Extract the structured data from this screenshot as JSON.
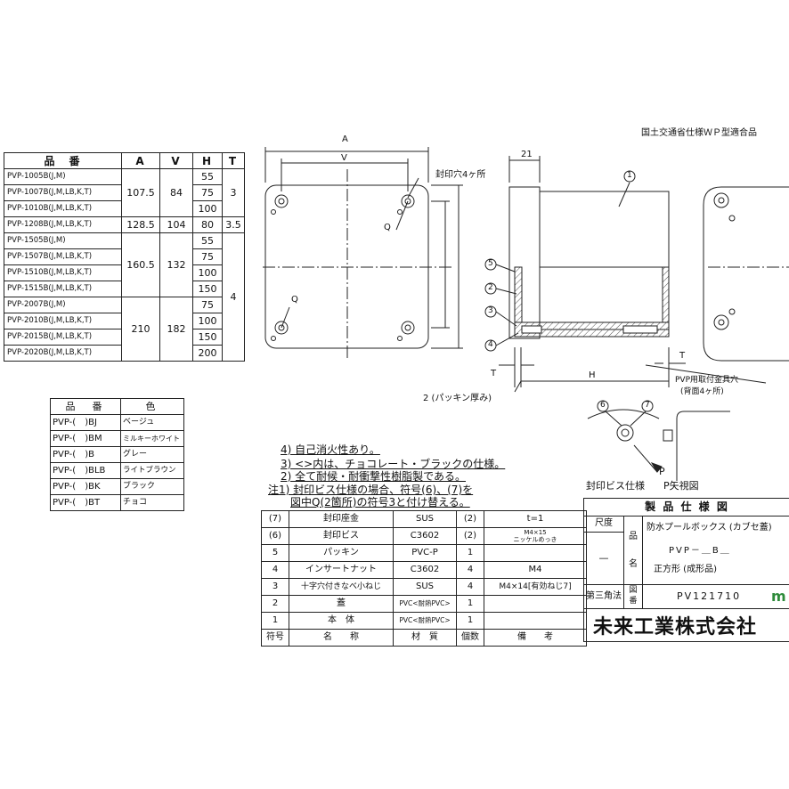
{
  "header": {
    "standard_note": "国土交通省仕様ＷＰ型適合品"
  },
  "dim_table": {
    "headers": [
      "品　番",
      "A",
      "V",
      "H",
      "T"
    ],
    "rows": [
      {
        "model": "PVP-1005B(J,M)",
        "A": "107.5",
        "V": "84",
        "H": "55",
        "T": "3"
      },
      {
        "model": "PVP-1007B(J,M,LB,K,T)",
        "H": "75"
      },
      {
        "model": "PVP-1010B(J,M,LB,K,T)",
        "H": "100"
      },
      {
        "model": "PVP-1208B(J,M,LB,K,T)",
        "A": "128.5",
        "V": "104",
        "H": "80",
        "T": "3.5"
      },
      {
        "model": "PVP-1505B(J,M)",
        "A": "160.5",
        "V": "132",
        "H": "55",
        "T": "4"
      },
      {
        "model": "PVP-1507B(J,M,LB,K,T)",
        "H": "75"
      },
      {
        "model": "PVP-1510B(J,M,LB,K,T)",
        "H": "100"
      },
      {
        "model": "PVP-1515B(J,M,LB,K,T)",
        "H": "150"
      },
      {
        "model": "PVP-2007B(J,M)",
        "A": "210",
        "V": "182",
        "H": "75"
      },
      {
        "model": "PVP-2010B(J,M,LB,K,T)",
        "H": "100"
      },
      {
        "model": "PVP-2015B(J,M,LB,K,T)",
        "H": "150"
      },
      {
        "model": "PVP-2020B(J,M,LB,K,T)",
        "H": "200"
      }
    ]
  },
  "color_table": {
    "headers": [
      "品　番",
      "色"
    ],
    "rows": [
      {
        "code": "PVP-(　)BJ",
        "color": "ベージュ"
      },
      {
        "code": "PVP-(　)BM",
        "color": "ミルキーホワイト"
      },
      {
        "code": "PVP-(　)B",
        "color": "グレー"
      },
      {
        "code": "PVP-(　)BLB",
        "color": "ライトブラウン"
      },
      {
        "code": "PVP-(　)BK",
        "color": "ブラック"
      },
      {
        "code": "PVP-(　)BT",
        "color": "チョコ"
      }
    ]
  },
  "drawing_labels": {
    "dim_a": "A",
    "dim_v": "V",
    "dim_21": "21",
    "seal_holes": "封印穴4ヶ所",
    "q_top": "Q",
    "q_bottom": "Q",
    "dim_t_left": "T",
    "dim_h": "H",
    "dim_t_right": "T",
    "gasket": "2 (パッキン厚み)",
    "mount_hole_line1": "PVP用取付金具穴",
    "mount_hole_line2": "(背面4ヶ所)",
    "callouts": [
      "1",
      "5",
      "2",
      "3",
      "4"
    ],
    "seal_screw_callouts": [
      "6",
      "7"
    ],
    "seal_screw_caption": "封印ビス仕様",
    "p_label": "P",
    "p_view_caption": "P矢視図"
  },
  "notes": [
    "4) 自己消火性あり。",
    "3) <>内は、チョコレート・ブラックの仕様。",
    "2) 全て耐候・耐衝撃性樹脂製である。",
    "注1) 封印ビス仕様の場合、符号(6)、(7)を",
    "図中Q(2箇所)の符号3と付け替える。"
  ],
  "parts_table": {
    "headers": [
      "符号",
      "名　　称",
      "材　質",
      "個数",
      "備　　考"
    ],
    "rows": [
      {
        "no": "(7)",
        "name": "封印座金",
        "material": "SUS",
        "qty": "(2)",
        "remark": "t=1",
        "remark2": ""
      },
      {
        "no": "(6)",
        "name": "封印ビス",
        "material": "C3602",
        "qty": "(2)",
        "remark": "M4×15",
        "remark2": "ニッケルめっき"
      },
      {
        "no": "5",
        "name": "パッキン",
        "material": "PVC-P",
        "qty": "1",
        "remark": "",
        "remark2": ""
      },
      {
        "no": "4",
        "name": "インサートナット",
        "material": "C3602",
        "qty": "4",
        "remark": "M4",
        "remark2": ""
      },
      {
        "no": "3",
        "name": "十字穴付きなべ小ねじ",
        "material": "SUS",
        "qty": "4",
        "remark": "M4×14[有効ねじ7]",
        "remark2": ""
      },
      {
        "no": "2",
        "name": "蓋",
        "material": "PVC<耐熱PVC>",
        "qty": "1",
        "remark": "",
        "remark2": ""
      },
      {
        "no": "1",
        "name": "本　体",
        "material": "PVC<耐熱PVC>",
        "qty": "1",
        "remark": "",
        "remark2": ""
      }
    ]
  },
  "spec_sheet": {
    "title": "製 品 仕 様 図",
    "scale_label": "尺度",
    "scale_value": "—",
    "name_label_1": "品",
    "name_label_2": "名",
    "product_name": "防水プールボックス (カブセ蓋)",
    "product_code": "PVP－＿B＿",
    "product_shape": "正方形 (成形品)",
    "projection": "第三角法",
    "drawing_no_label_1": "図",
    "drawing_no_label_2": "番",
    "drawing_no": "PV121710",
    "company": "未来工業株式会社",
    "logo_letter": "m"
  },
  "colors": {
    "line": "#222222",
    "logo": "#2e8b3a",
    "hatch": "#555555"
  }
}
